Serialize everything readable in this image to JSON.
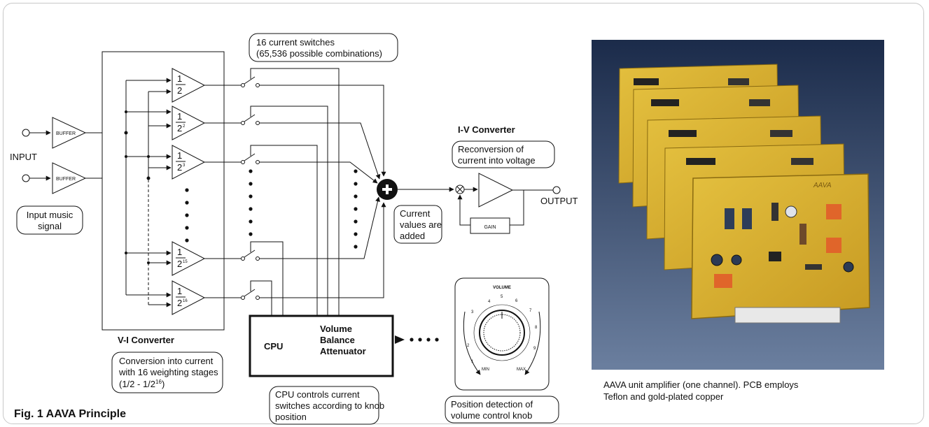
{
  "figure": {
    "caption": "Fig. 1  AAVA Principle"
  },
  "input": {
    "label": "INPUT",
    "buffer_label": "BUFFER",
    "callout_line1": "Input music",
    "callout_line2": "signal"
  },
  "switches": {
    "callout_line1": "16 current switches",
    "callout_line2": "(65,536 possible combinations)"
  },
  "vi_converter": {
    "title": "V-I Converter",
    "callout_line1": "Conversion into current",
    "callout_line2": "with 16 weighting stages",
    "callout_line3": "(1/2 - 1/2",
    "callout_line3_sup": "16",
    "callout_line3_end": ")",
    "stages": [
      {
        "num": "1",
        "den": "2",
        "exp": ""
      },
      {
        "num": "1",
        "den": "2",
        "exp": "2"
      },
      {
        "num": "1",
        "den": "2",
        "exp": "3"
      },
      {
        "num": "1",
        "den": "2",
        "exp": "15"
      },
      {
        "num": "1",
        "den": "2",
        "exp": "16"
      }
    ]
  },
  "summing": {
    "callout_line1": "Current",
    "callout_line2": "values are",
    "callout_line3": "added"
  },
  "iv_converter": {
    "title": "I-V Converter",
    "callout_line1": "Reconversion of",
    "callout_line2": "current into voltage",
    "gain_label": "GAIN",
    "output_label": "OUTPUT"
  },
  "cpu_block": {
    "cpu_label": "CPU",
    "line1": "Volume",
    "line2": "Balance",
    "line3": "Attenuator",
    "callout_line1": "CPU controls current",
    "callout_line2": "switches according to knob",
    "callout_line3": "position"
  },
  "knob": {
    "title": "VOLUME",
    "min_label": "MIN",
    "max_label": "MAX",
    "ticks": [
      "1",
      "2",
      "3",
      "4",
      "5",
      "6",
      "7",
      "8",
      "9"
    ],
    "callout_line1": "Position detection of",
    "callout_line2": "volume control knob"
  },
  "photo": {
    "caption_line1": "AAVA unit amplifier (one channel). PCB employs",
    "caption_line2": "Teflon and gold-plated copper",
    "board_text": "AAVA",
    "colors": {
      "board": "#d9b232",
      "board_dark": "#b48a1a",
      "background_top": "#1b2b4a",
      "background_bottom": "#5f7393",
      "component_orange": "#e0652a"
    }
  }
}
